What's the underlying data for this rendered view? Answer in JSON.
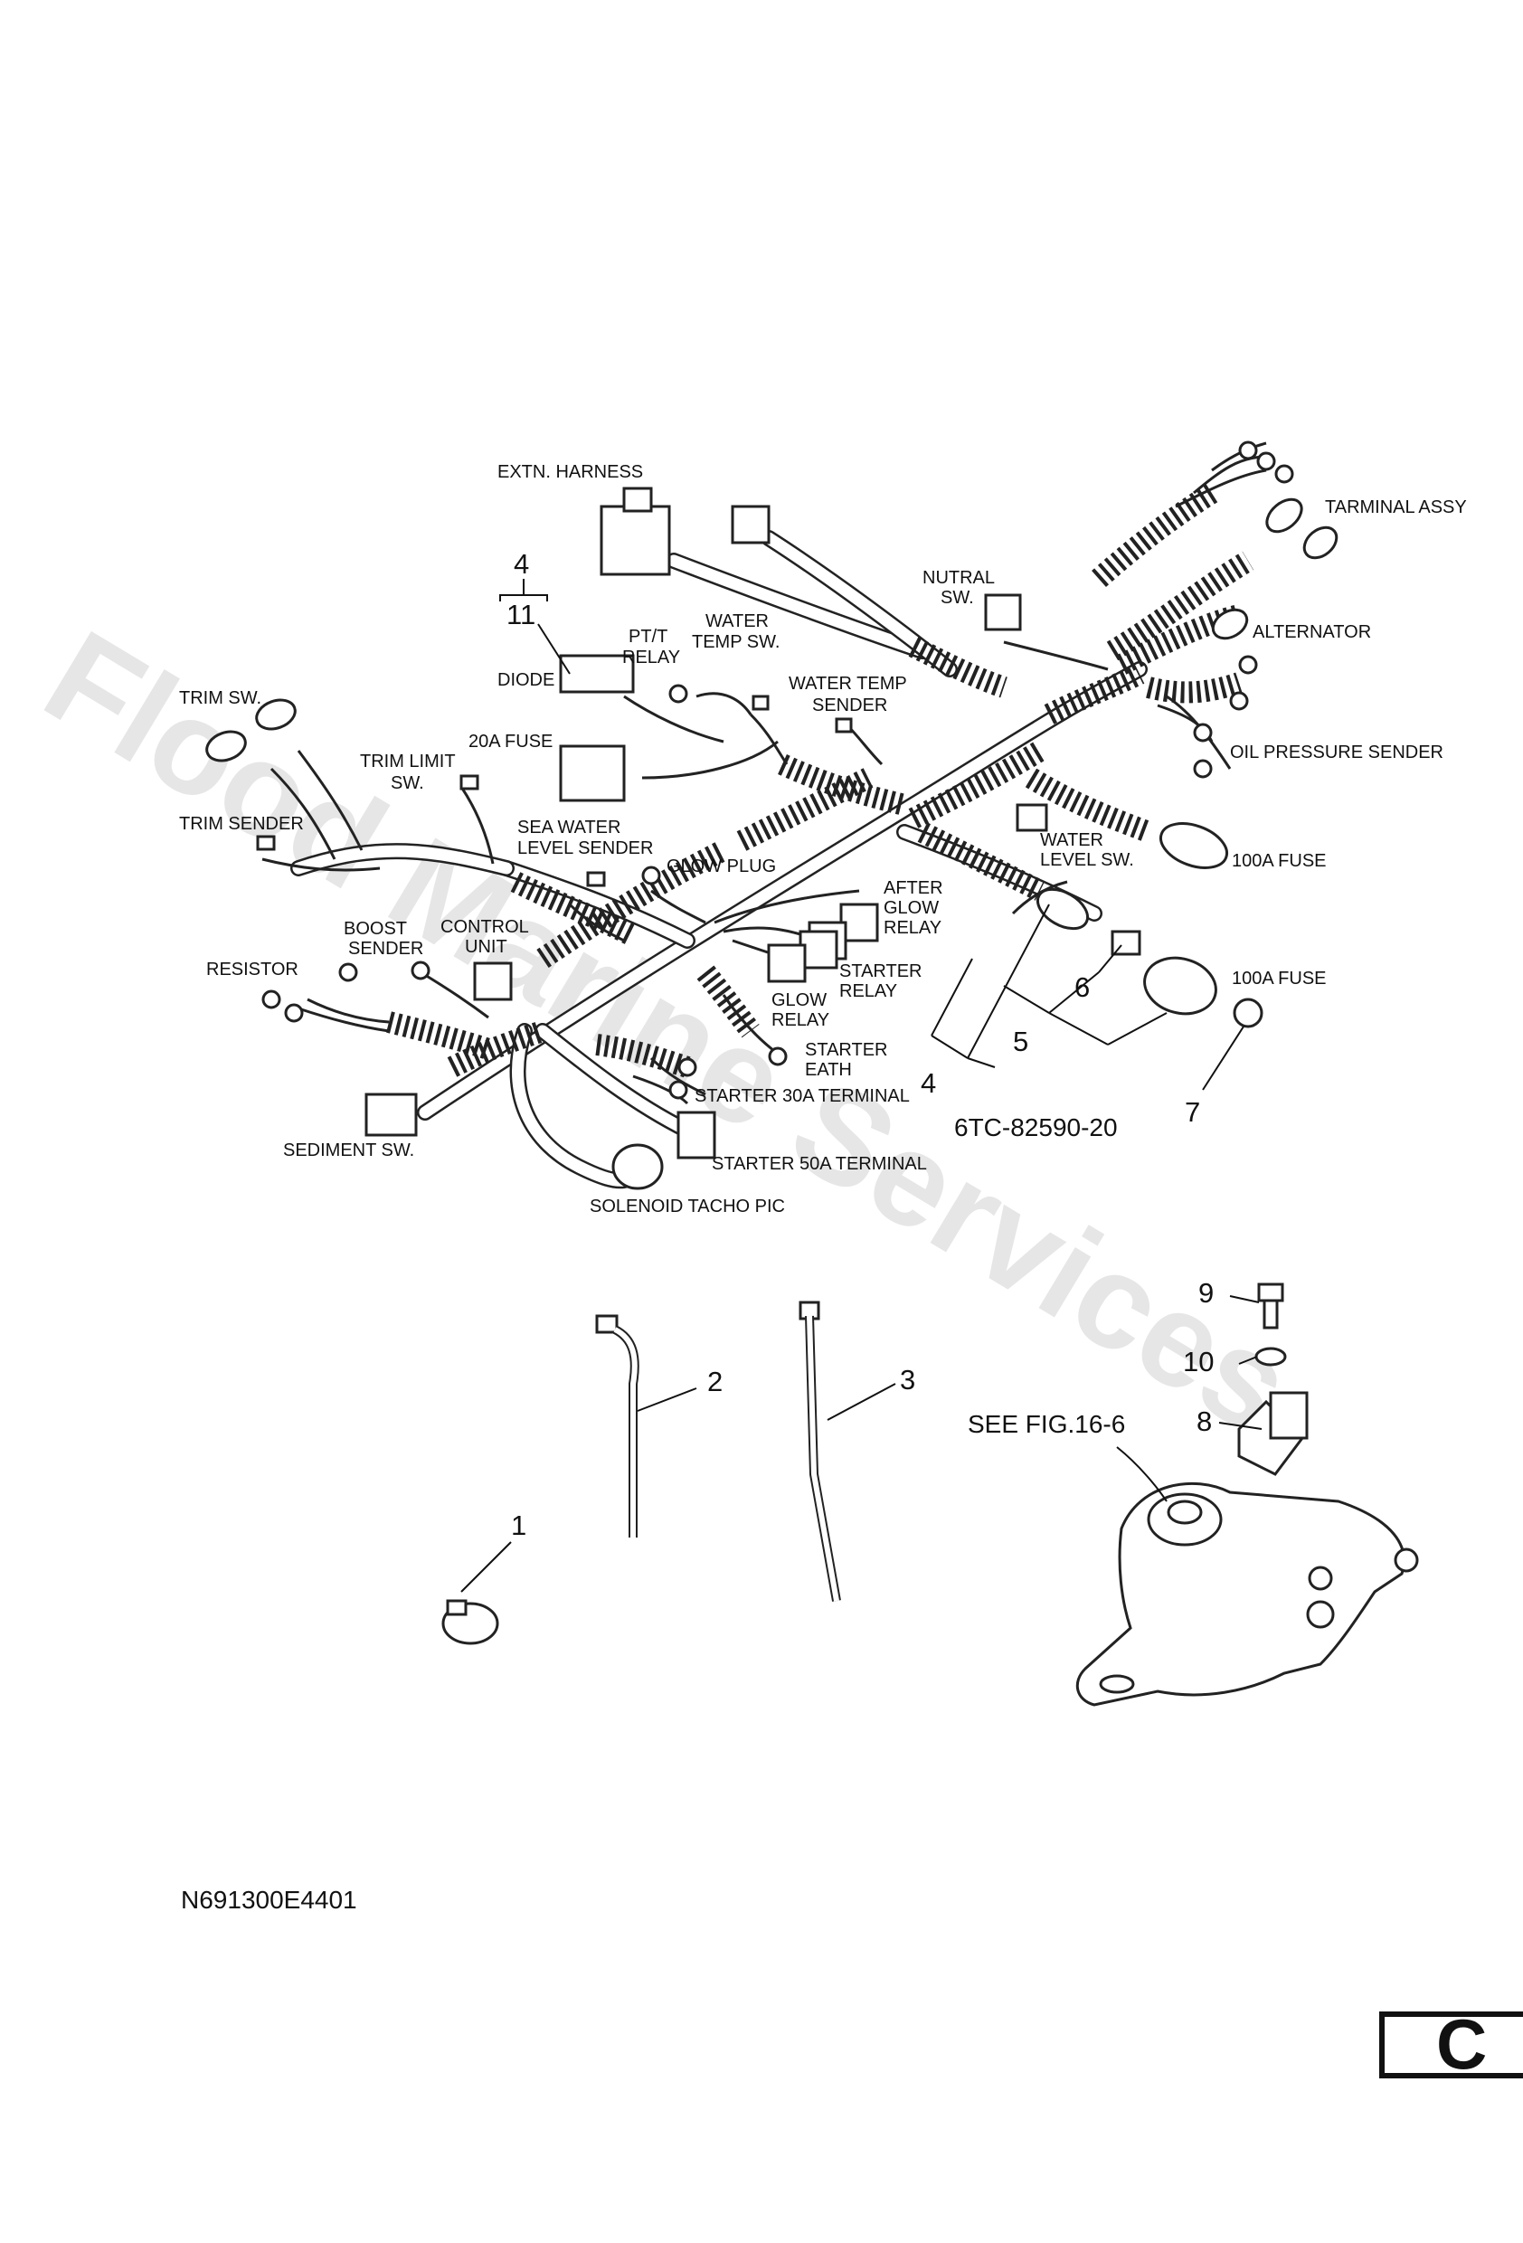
{
  "watermark": "Flood Marine Services",
  "part_number": "6TC-82590-20",
  "drawing_code": "N691300E4401",
  "page_letter": "C",
  "see_figure_note": "SEE FIG.16-6",
  "harness_labels": {
    "extn_harness": "EXTN. HARNESS",
    "tarminal_assy": "TARMINAL ASSY",
    "nutral_sw_1": "NUTRAL",
    "nutral_sw_2": "SW.",
    "alternator": "ALTERNATOR",
    "pt_relay_1": "PT/T",
    "pt_relay_2": "RELAY",
    "water_temp_sw_1": "WATER",
    "water_temp_sw_2": "TEMP SW.",
    "diode": "DIODE",
    "water_temp_sender_1": "WATER TEMP",
    "water_temp_sender_2": "SENDER",
    "oil_pressure_sender": "OIL PRESSURE SENDER",
    "trim_sw": "TRIM SW.",
    "fuse_20a": "20A FUSE",
    "trim_limit_sw_1": "TRIM LIMIT",
    "trim_limit_sw_2": "SW.",
    "trim_sender": "TRIM SENDER",
    "sea_water_level_sender_1": "SEA WATER",
    "sea_water_level_sender_2": "LEVEL SENDER",
    "glow_plug": "GLOW PLUG",
    "water_level_sw_1": "WATER",
    "water_level_sw_2": "LEVEL SW.",
    "fuse_100a_upper": "100A FUSE",
    "after_glow_relay_1": "AFTER",
    "after_glow_relay_2": "GLOW",
    "after_glow_relay_3": "RELAY",
    "boost_sender_1": "BOOST",
    "boost_sender_2": "SENDER",
    "control_unit_1": "CONTROL",
    "control_unit_2": "UNIT",
    "resistor": "RESISTOR",
    "starter_relay_1": "STARTER",
    "starter_relay_2": "RELAY",
    "glow_relay_1": "GLOW",
    "glow_relay_2": "RELAY",
    "fuse_100a_lower": "100A FUSE",
    "starter_eath_1": "STARTER",
    "starter_eath_2": "EATH",
    "starter_30a_terminal": "STARTER 30A TERMINAL",
    "sediment_sw": "SEDIMENT SW.",
    "starter_50a_terminal": "STARTER 50A TERMINAL",
    "solenoid_tacho_pic": "SOLENOID TACHO PIC"
  },
  "callouts": {
    "c1": "1",
    "c2": "2",
    "c3": "3",
    "c4_top": "4",
    "c11": "11",
    "c4_mid": "4",
    "c5": "5",
    "c6": "6",
    "c7": "7",
    "c8": "8",
    "c9": "9",
    "c10": "10"
  }
}
